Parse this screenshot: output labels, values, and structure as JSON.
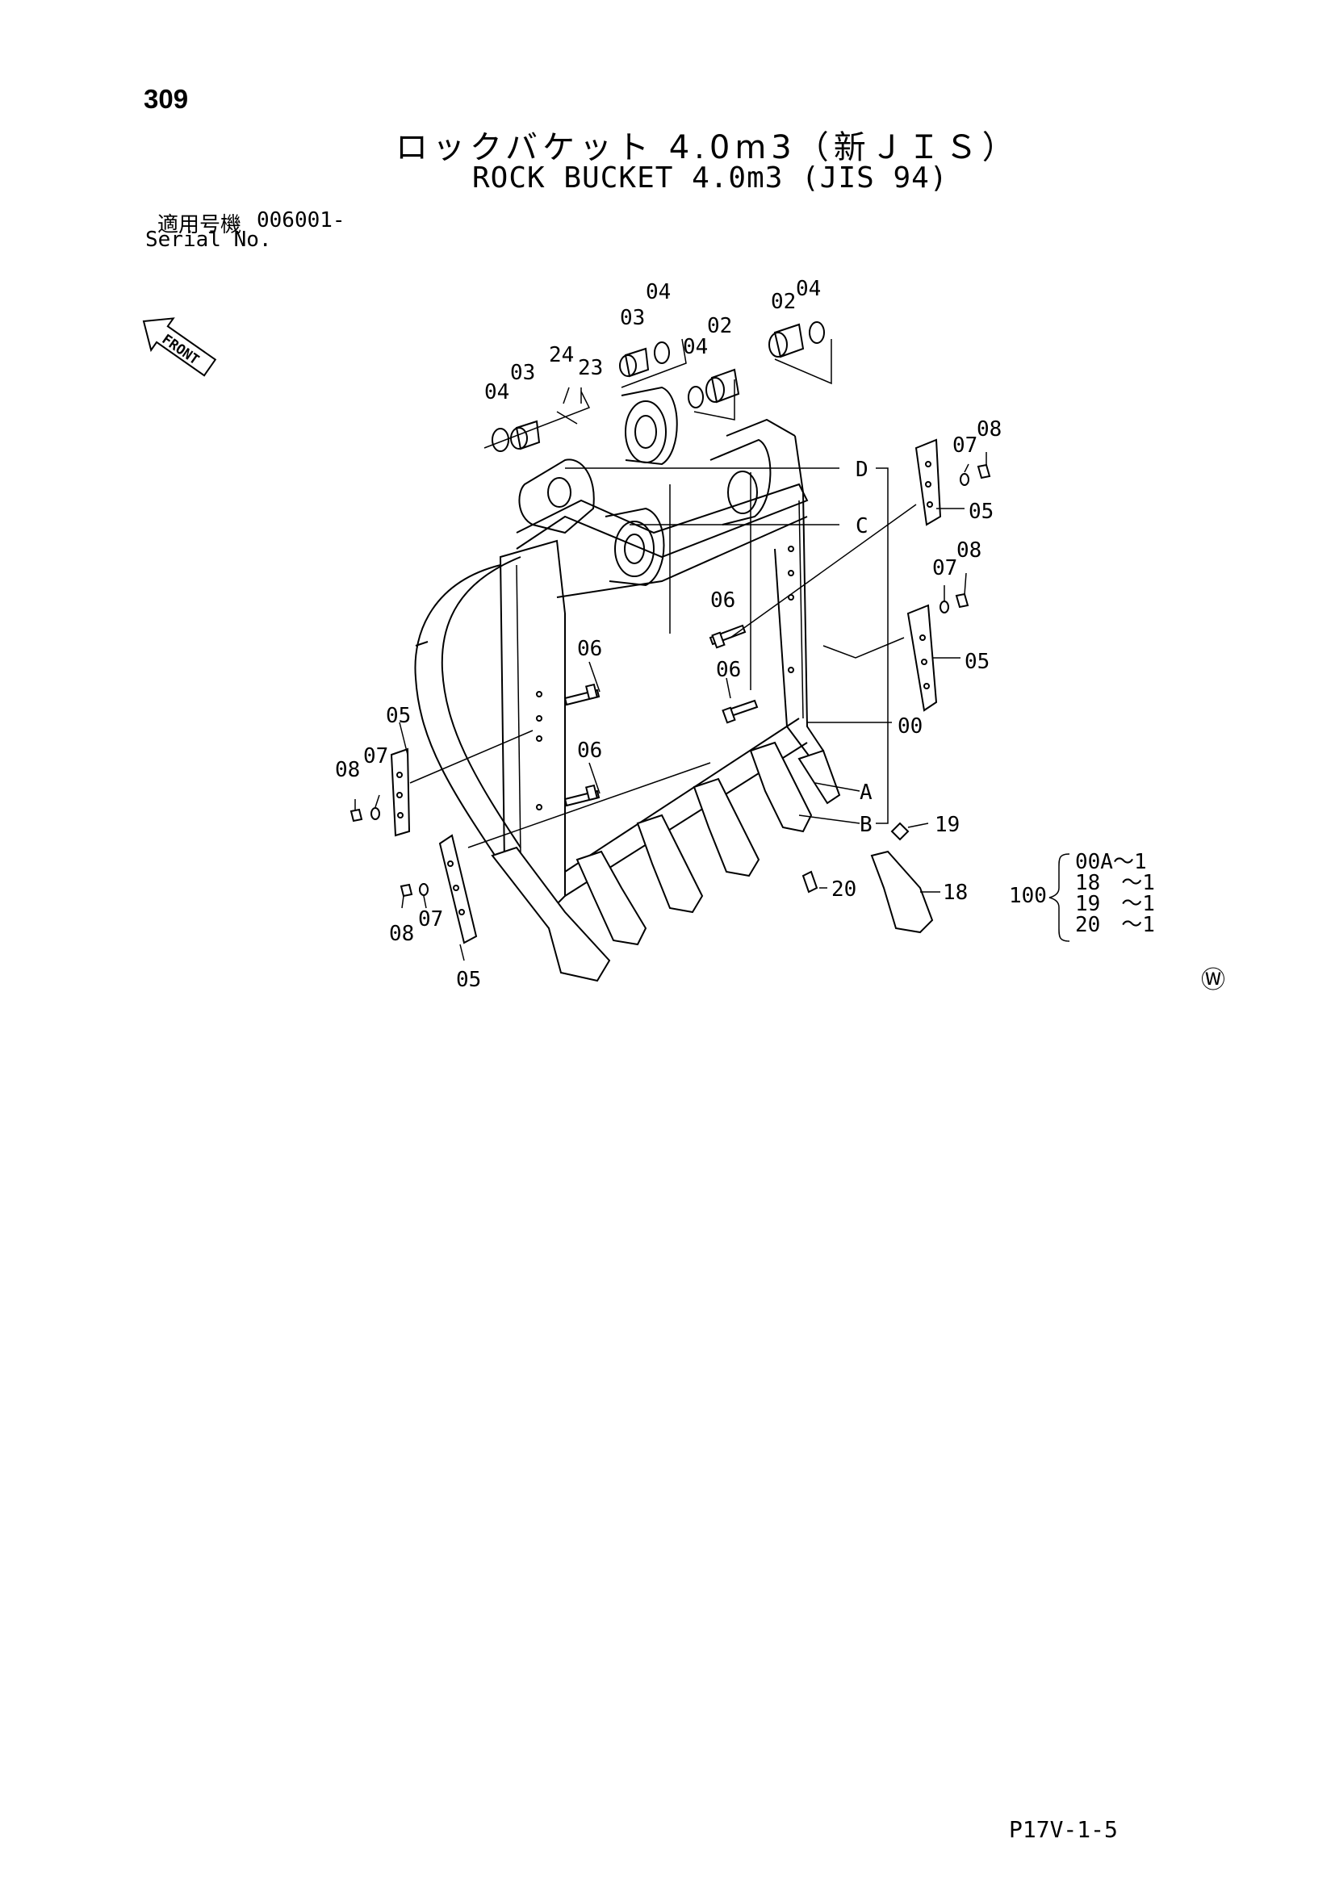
{
  "page_number": "309",
  "title_jp": "ロックバケット 4.0m3（新ＪＩＳ）",
  "title_en": "ROCK BUCKET 4.0m3 (JIS 94)",
  "serial": {
    "label_jp": "適用号機",
    "label_en": "Serial No.",
    "value": "006001-"
  },
  "front_label": "FRONT",
  "callouts": {
    "c00": "00",
    "c02a": "02",
    "c02b": "02",
    "c03a": "03",
    "c03b": "03",
    "c04a": "04",
    "c04b": "04",
    "c04c": "04",
    "c04d": "04",
    "c05a": "05",
    "c05b": "05",
    "c05c": "05",
    "c05d": "05",
    "c06a": "06",
    "c06b": "06",
    "c06c": "06",
    "c06d": "06",
    "c07a": "07",
    "c07b": "07",
    "c07c": "07",
    "c07d": "07",
    "c08a": "08",
    "c08b": "08",
    "c08c": "08",
    "c08d": "08",
    "c18": "18",
    "c19": "19",
    "c20": "20",
    "c23": "23",
    "c24": "24",
    "ref_a": "A",
    "ref_b": "B",
    "ref_c": "C",
    "ref_d": "D"
  },
  "kit": {
    "number": "100",
    "items": [
      "00A～1",
      "18　～1",
      "19　～1",
      "20　～1"
    ]
  },
  "watermark_symbol": "Ⓦ",
  "footer_code": "P17V-1-5"
}
